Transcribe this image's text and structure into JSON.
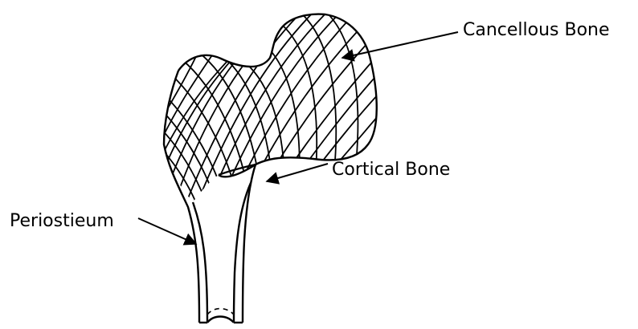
{
  "labels": {
    "cancellous": "Cancellous Bone",
    "cortical": "Cortical Bone",
    "periosteum": "Periostieum"
  },
  "colors": {
    "ink": "#000000",
    "background": "#ffffff"
  }
}
